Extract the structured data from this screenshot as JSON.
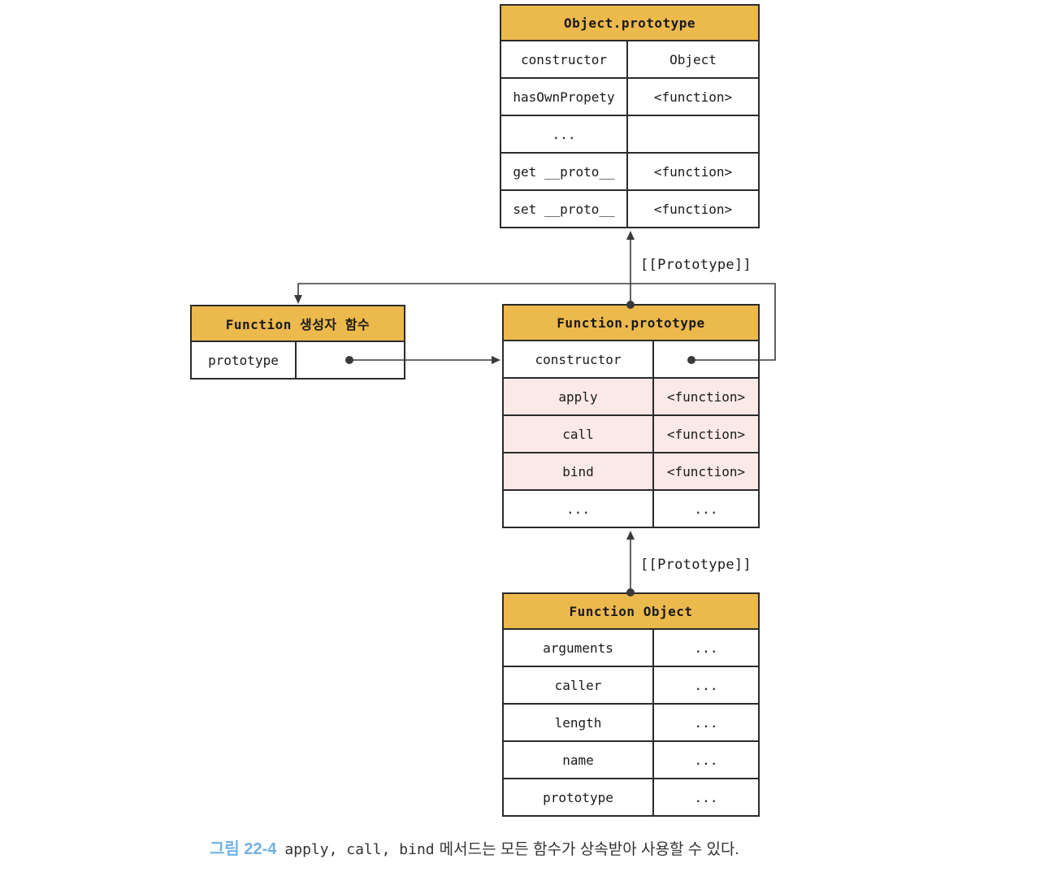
{
  "colors": {
    "header_bg": "#ecb94d",
    "highlight_bg": "#fbe9e7",
    "border": "#2b2b2b",
    "arrow": "#3a3a3a",
    "caption_accent": "#6fb2e6"
  },
  "tables": {
    "object_prototype": {
      "title": "Object.prototype",
      "rows": [
        {
          "key": "constructor",
          "value": "Object"
        },
        {
          "key": "hasOwnPropety",
          "value": "<function>"
        },
        {
          "key": "...",
          "value": ""
        },
        {
          "key": "get __proto__",
          "value": "<function>"
        },
        {
          "key": "set __proto__",
          "value": "<function>"
        }
      ]
    },
    "function_constructor": {
      "title": "Function 생성자 함수",
      "rows": [
        {
          "key": "prototype",
          "value": ""
        }
      ]
    },
    "function_prototype": {
      "title": "Function.prototype",
      "rows": [
        {
          "key": "constructor",
          "value": ""
        },
        {
          "key": "apply",
          "value": "<function>"
        },
        {
          "key": "call",
          "value": "<function>"
        },
        {
          "key": "bind",
          "value": "<function>"
        },
        {
          "key": "...",
          "value": "..."
        }
      ]
    },
    "function_object": {
      "title": "Function Object",
      "rows": [
        {
          "key": "arguments",
          "value": "..."
        },
        {
          "key": "caller",
          "value": "..."
        },
        {
          "key": "length",
          "value": "..."
        },
        {
          "key": "name",
          "value": "..."
        },
        {
          "key": "prototype",
          "value": "..."
        }
      ]
    }
  },
  "labels": {
    "prototype_link_upper": "[[Prototype]]",
    "prototype_link_lower": "[[Prototype]]"
  },
  "caption": {
    "figure_label": "그림 22-4",
    "code_part": "apply, call, bind",
    "text_part": "메서드는 모든 함수가 상속받아 사용할 수 있다."
  }
}
